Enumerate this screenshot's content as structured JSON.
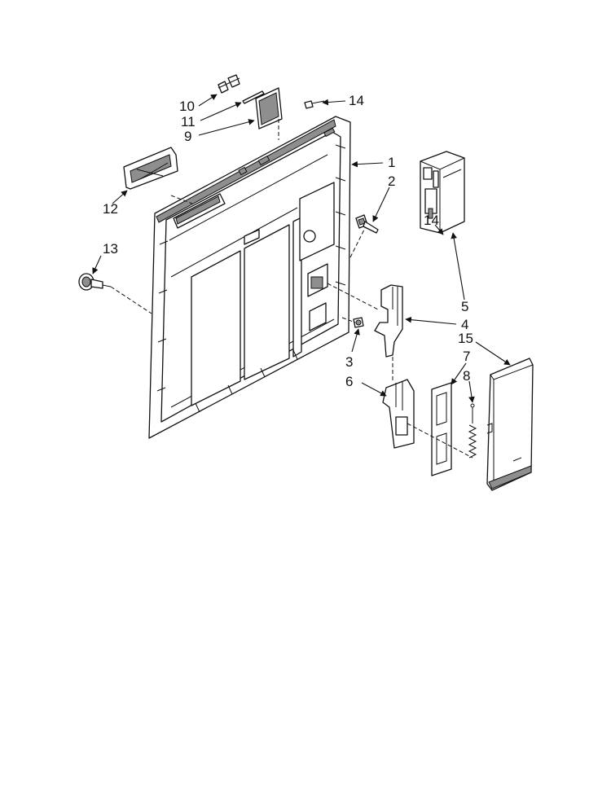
{
  "callouts": {
    "c1": "1",
    "c2": "2",
    "c3": "3",
    "c4": "4",
    "c5": "5",
    "c6": "6",
    "c7": "7",
    "c8": "8",
    "c9": "9",
    "c10": "10",
    "c11": "11",
    "c12": "12",
    "c13": "13",
    "c14a": "14",
    "c14b": "14",
    "c15": "15"
  }
}
